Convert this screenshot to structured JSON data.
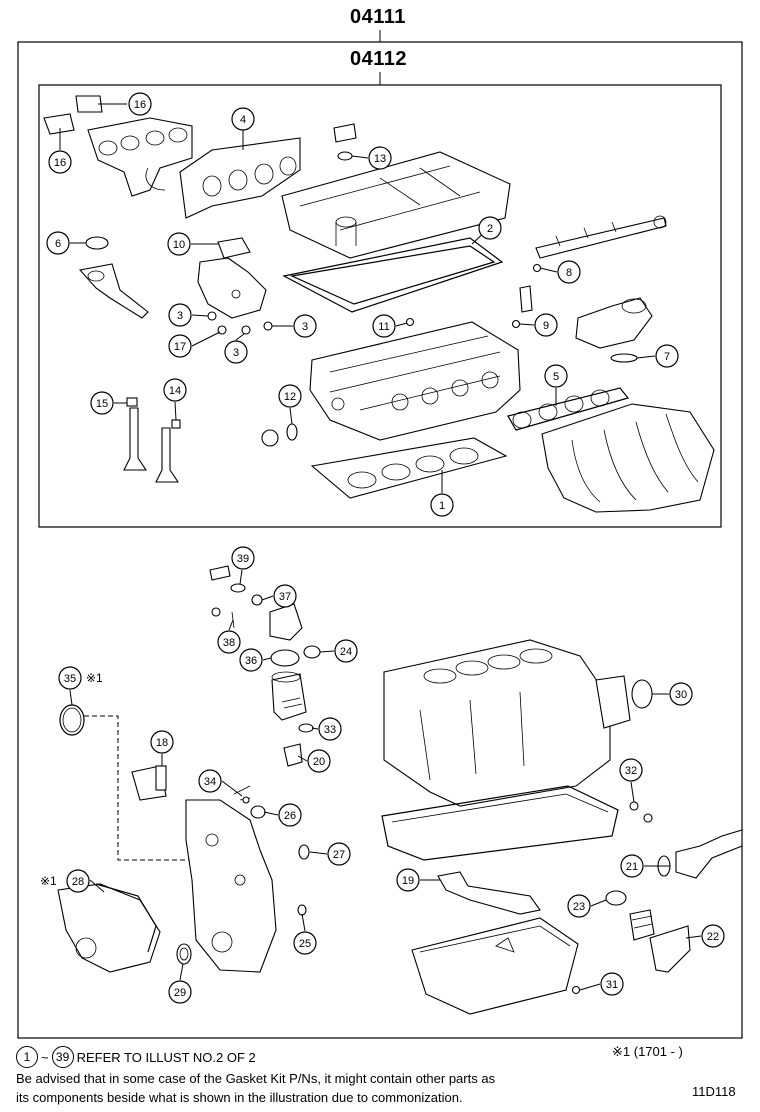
{
  "diagram": {
    "kit_code": "04111",
    "subkit_code": "04112",
    "diagram_id": "11D118",
    "footnote": "※1 (1701 -    )",
    "callout_marker": "※1"
  },
  "notes": {
    "range_start": "1",
    "range_tilde": "~",
    "range_end": "39",
    "range_text": "REFER TO ILLUST NO.2 OF 2",
    "disclaimer_line1": "Be advised that in some case of the Gasket Kit P/Ns,  it might contain other parts as",
    "disclaimer_line2": "its components beside what is shown in the illustration due to commonization."
  },
  "callouts": {
    "c1": "1",
    "c2": "2",
    "c3a": "3",
    "c3b": "3",
    "c3c": "3",
    "c4": "4",
    "c5": "5",
    "c6": "6",
    "c7": "7",
    "c8": "8",
    "c9": "9",
    "c10": "10",
    "c11": "11",
    "c12": "12",
    "c13": "13",
    "c14": "14",
    "c15": "15",
    "c16a": "16",
    "c16b": "16",
    "c17": "17",
    "c18": "18",
    "c19": "19",
    "c20": "20",
    "c21": "21",
    "c22": "22",
    "c23": "23",
    "c24": "24",
    "c25": "25",
    "c26": "26",
    "c27": "27",
    "c28": "28",
    "c29": "29",
    "c30": "30",
    "c31": "31",
    "c32": "32",
    "c33": "33",
    "c34": "34",
    "c35": "35",
    "c36": "36",
    "c37": "37",
    "c38": "38",
    "c39": "39"
  }
}
